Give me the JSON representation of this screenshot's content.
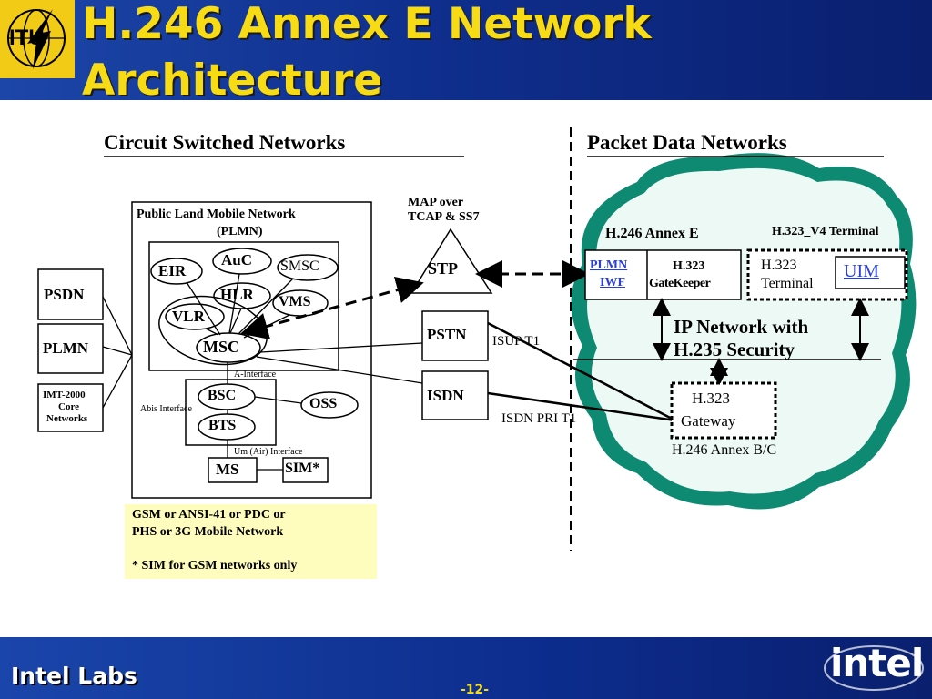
{
  "title": "H.246 Annex E Network Architecture",
  "logo": {
    "text": "ITU",
    "icon": "itu-logo-icon"
  },
  "footer": {
    "left": "Intel Labs",
    "page": "-12-",
    "brand": "intel"
  },
  "sections": {
    "circuit": "Circuit Switched Networks",
    "packet": "Packet Data Networks"
  },
  "circuit": {
    "plmn_title_1": "Public Land Mobile Network",
    "plmn_title_2": "(PLMN)",
    "nodes": {
      "auc": "AuC",
      "eir": "EIR",
      "smsc": "SMSC",
      "hlr": "HLR",
      "vlr": "VLR",
      "vms": "VMS",
      "msc": "MSC",
      "bsc": "BSC",
      "bts": "BTS",
      "oss": "OSS",
      "ms": "MS",
      "sim": "SIM*"
    },
    "interfaces": {
      "a": "A-Interface",
      "abis": "Abis Interface",
      "um": "Um (Air) Interface"
    },
    "left_networks": {
      "psdn": "PSDN",
      "plmn": "PLMN",
      "imt_1": "IMT-2000",
      "imt_2": "Core",
      "imt_3": "Networks"
    },
    "note": {
      "line1": "GSM or ANSI-41 or PDC or",
      "line2": "PHS or 3G Mobile Network",
      "line3": "* SIM for GSM networks only"
    },
    "map_1": "MAP over",
    "map_2": "TCAP & SS7",
    "stp": "STP",
    "pstn": "PSTN",
    "isdn": "ISDN",
    "isup": "ISUP T1",
    "isdn_pri": "ISDN PRI T1"
  },
  "packet": {
    "annex_e": "H.246 Annex E",
    "v4_terminal": "H.323_V4 Terminal",
    "plmn_iwf_1": "PLMN",
    "plmn_iwf_2": "IWF",
    "gk_1": "H.323",
    "gk_2": "GateKeeper",
    "term_1": "H.323",
    "term_2": "Terminal",
    "uim": "UIM",
    "ip_1": "IP Network with",
    "ip_2": "H.235 Security",
    "gw_1": "H.323",
    "gw_2": "Gateway",
    "annex_bc": "H.246 Annex B/C"
  },
  "colors": {
    "header": "#0f2f8e",
    "title": "#f7dc15",
    "cloud_outer": "#0e8a72",
    "cloud_inner": "#ecf9f4",
    "note_bg": "#fffdbe",
    "link": "#2a3fd8"
  }
}
